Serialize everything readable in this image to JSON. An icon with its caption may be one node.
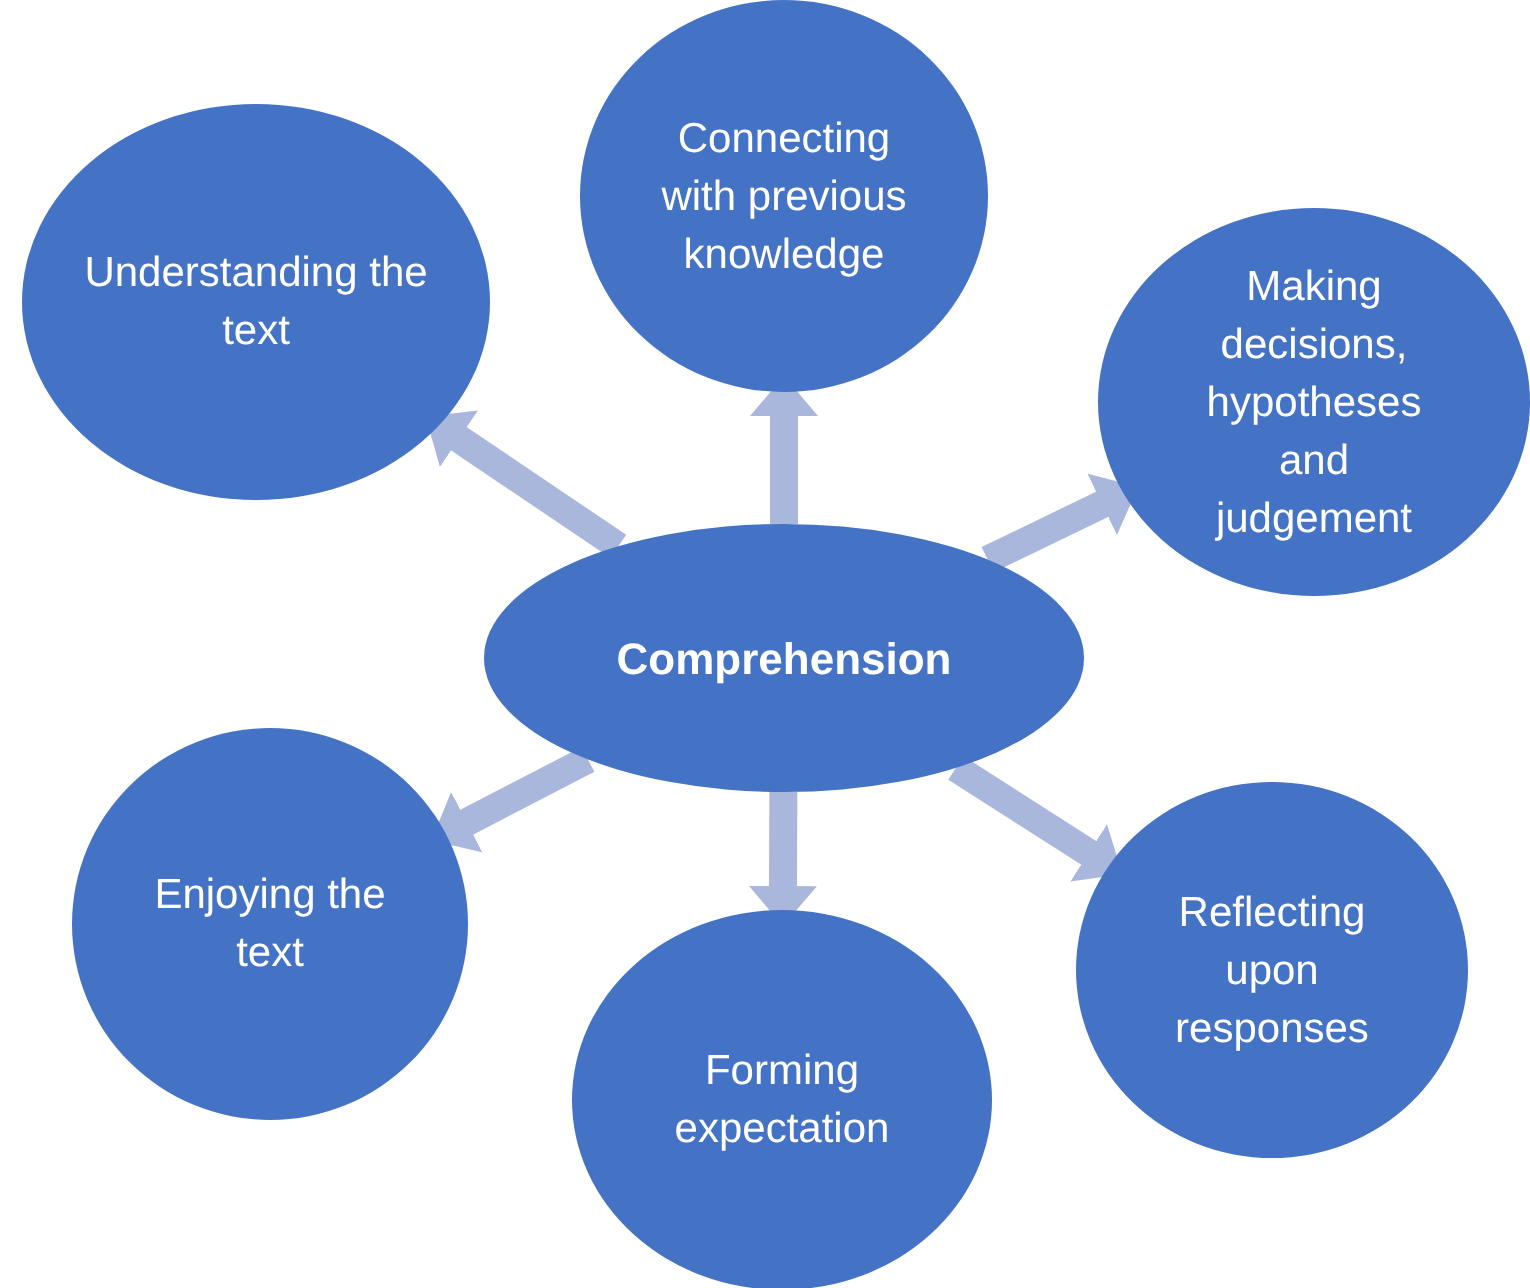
{
  "diagram": {
    "nodes": [
      {
        "text": [
          "Comprehension"
        ]
      },
      {
        "text": [
          "Understanding the text"
        ]
      },
      {
        "text": [
          "Connecting with previous knowledge"
        ]
      },
      {
        "text": [
          "Making decisions, hypotheses and judgement"
        ]
      },
      {
        "text": [
          "Enjoying the text"
        ]
      },
      {
        "text": [
          "Reflecting upon responses"
        ]
      },
      {
        "text": [
          "Forming expectation"
        ]
      }
    ],
    "edges": [
      {
        "from": 0,
        "to": 1,
        "arrow": "to"
      },
      {
        "from": 0,
        "to": 2,
        "arrow": "to"
      },
      {
        "from": 0,
        "to": 3,
        "arrow": "to"
      },
      {
        "from": 0,
        "to": 4,
        "arrow": "to"
      },
      {
        "from": 0,
        "to": 5,
        "arrow": "to"
      },
      {
        "from": 0,
        "to": 6,
        "arrow": "to"
      }
    ]
  }
}
